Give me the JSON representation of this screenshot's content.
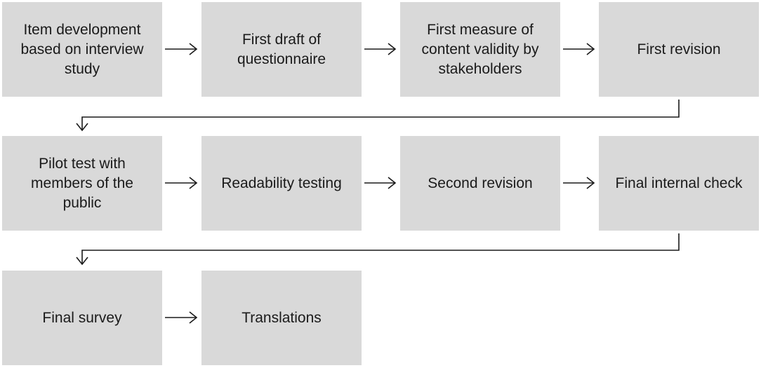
{
  "steps": [
    {
      "id": "item-development",
      "label": "Item development\nbased on interview\nstudy"
    },
    {
      "id": "first-draft",
      "label": "First draft of\nquestionnaire"
    },
    {
      "id": "first-measure",
      "label": "First measure of\ncontent validity by\nstakeholders"
    },
    {
      "id": "first-revision",
      "label": "First revision"
    },
    {
      "id": "pilot-test",
      "label": "Pilot test with\nmembers of the\npublic"
    },
    {
      "id": "readability-testing",
      "label": "Readability testing"
    },
    {
      "id": "second-revision",
      "label": "Second revision"
    },
    {
      "id": "final-internal-check",
      "label": "Final internal check"
    },
    {
      "id": "final-survey",
      "label": "Final survey"
    },
    {
      "id": "translations",
      "label": "Translations"
    }
  ],
  "colors": {
    "box_fill": "#d9d9d9",
    "text": "#1a1a1a",
    "connector": "#1a1a1a"
  }
}
